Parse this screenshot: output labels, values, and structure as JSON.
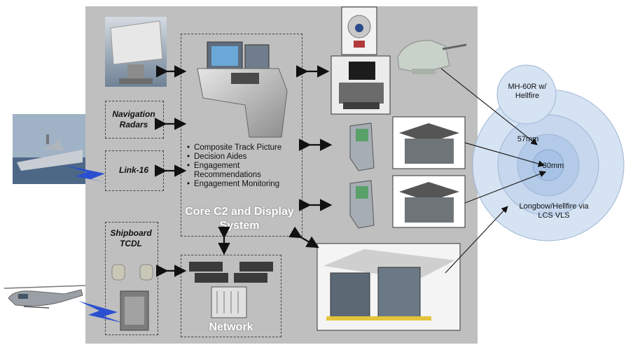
{
  "labels": {
    "navigation_radars": "Navigation Radars",
    "link16": "Link-16",
    "shipboard_tcdl": "Shipboard TCDL",
    "core_c2": "Core C2 and Display System",
    "network": "Network"
  },
  "core_bullets": [
    "Composite Track Picture",
    "Decision Aides",
    "Engagement Recommendations",
    "Engagement Monitoring"
  ],
  "rings": {
    "mh60r": "MH-60R w/ Hellfire",
    "gun57": "57mm",
    "gun30": "30mm",
    "longbow": "Longbow/Hellfire via LCS VLS"
  },
  "colors": {
    "panel": "#bfbfbf",
    "ring_outer": "#d6e3f3",
    "ring_mid": "#c6d7ee",
    "ring_inner": "#b3cbe9",
    "link_beam": "#2a4fd0"
  },
  "icons": [
    "radar-icon",
    "console-icon",
    "camera-turret-icon",
    "gun-mount-icon",
    "ship-icon",
    "helicopter-icon",
    "workstation-icon",
    "server-rack-icon",
    "network-switch-icon"
  ]
}
